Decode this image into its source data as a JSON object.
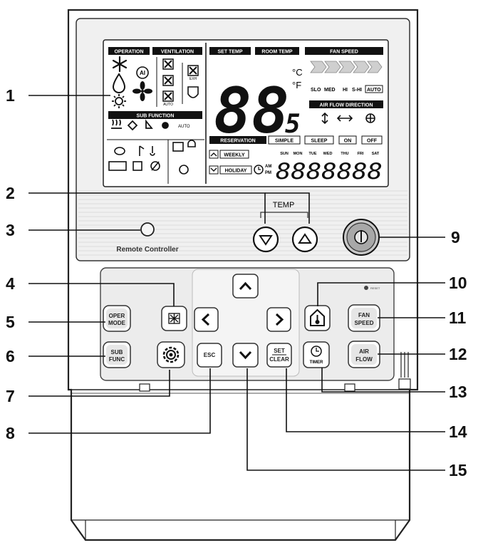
{
  "lcd": {
    "headers": {
      "operation": "OPERATION",
      "ventilation": "VENTILATION",
      "set_temp": "SET TEMP",
      "room_temp": "ROOM TEMP",
      "fan_speed": "FAN SPEED",
      "sub_function": "SUB FUNCTION",
      "air_flow_direction": "AIR FLOW DIRECTION",
      "reservation": "RESERVATION"
    },
    "digits": "88",
    "decimal": "5",
    "unit_c": "°C",
    "unit_f": "°F",
    "fan_levels": [
      "SLO",
      "MED",
      "HI",
      "S-HI",
      "AUTO"
    ],
    "timer_modes": [
      "SIMPLE",
      "SLEEP",
      "ON",
      "OFF"
    ],
    "weekly": "WEEKLY",
    "holiday": "HOLIDAY",
    "days": [
      "SUN",
      "MON",
      "TUE",
      "WED",
      "THU",
      "FRI",
      "SAT"
    ],
    "am": "AM",
    "pm": "PM",
    "seven_seg": "8888888",
    "small_auto": "AUTO",
    "small_exh": "EXH",
    "small_off": "OFF"
  },
  "panel": {
    "temp_label": "TEMP",
    "remote_label": "Remote Controller",
    "reset_label": "RESET"
  },
  "buttons": {
    "oper_mode": [
      "OPER",
      "MODE"
    ],
    "sub_func": [
      "SUB",
      "FUNC"
    ],
    "esc": "ESC",
    "set_clear": [
      "SET",
      "CLEAR"
    ],
    "timer": "TIMER",
    "fan_speed": [
      "FAN",
      "SPEED"
    ],
    "air_flow": [
      "AIR",
      "FLOW"
    ]
  },
  "callouts": [
    "1",
    "2",
    "3",
    "4",
    "5",
    "6",
    "7",
    "8",
    "9",
    "10",
    "11",
    "12",
    "13",
    "14",
    "15"
  ]
}
